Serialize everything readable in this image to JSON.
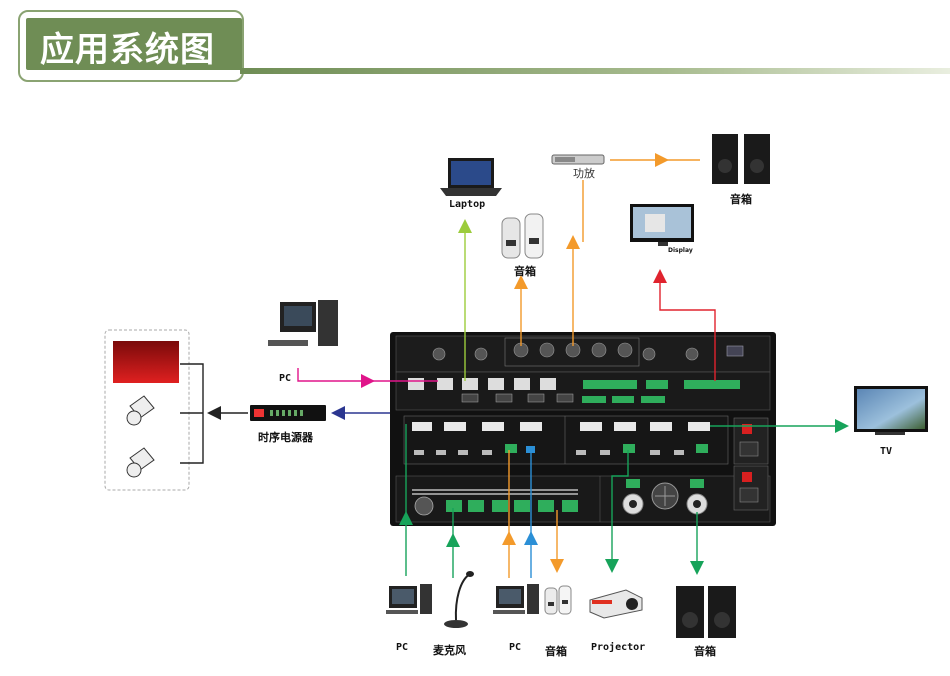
{
  "title": "应用系统图",
  "labels": {
    "laptop": "Laptop",
    "amplifier": "功放",
    "speaker_top_right": "音箱",
    "speaker_top_middle": "音箱",
    "display": "Display",
    "pc_left": "PC",
    "sequencer": "时序电源器",
    "tv": "TV",
    "pc_bottom_1": "PC",
    "microphone": "麦克风",
    "pc_bottom_2": "PC",
    "speaker_bottom_small": "音箱",
    "projector": "Projector",
    "speaker_bottom_right": "音箱"
  },
  "colors": {
    "title_bg": "#6f8d55",
    "line_green": "#17a35a",
    "line_orange": "#f39a2b",
    "line_blue": "#2b8fd6",
    "line_magenta": "#e0158a",
    "line_red": "#e0232e",
    "line_lime": "#9ccc3c",
    "line_navy": "#2b3690",
    "device_body": "#1a1a1a"
  }
}
